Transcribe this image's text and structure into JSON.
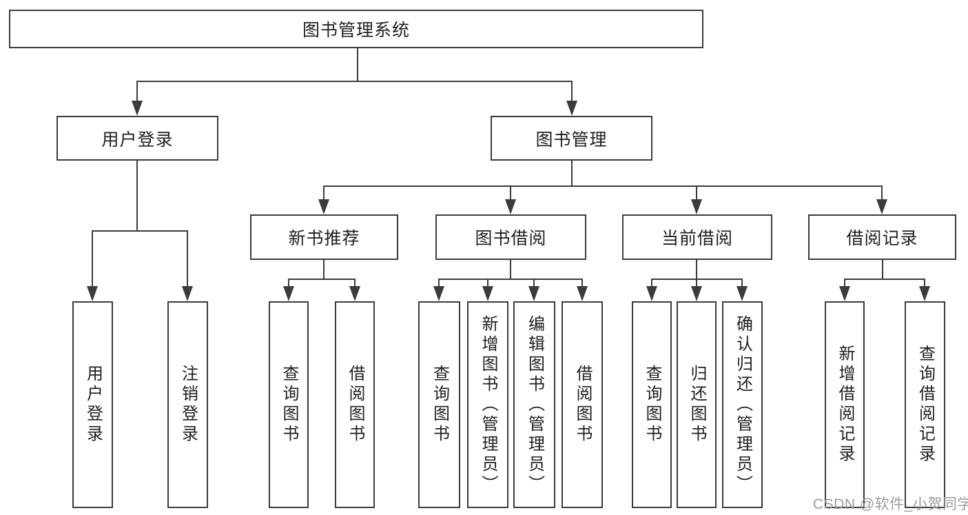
{
  "tree": {
    "root": {
      "label": "图书管理系统",
      "children": [
        {
          "label": "用户登录",
          "children": [
            {
              "label": "用户登录"
            },
            {
              "label": "注销登录"
            }
          ]
        },
        {
          "label": "图书管理",
          "children": [
            {
              "label": "新书推荐",
              "children": [
                {
                  "label": "查询图书"
                },
                {
                  "label": "借阅图书"
                }
              ]
            },
            {
              "label": "图书借阅",
              "children": [
                {
                  "label": "查询图书"
                },
                {
                  "label": "新增图书（管理员）"
                },
                {
                  "label": "编辑图书（管理员）"
                },
                {
                  "label": "借阅图书"
                }
              ]
            },
            {
              "label": "当前借阅",
              "children": [
                {
                  "label": "查询图书"
                },
                {
                  "label": "归还图书"
                },
                {
                  "label": "确认归还（管理员）"
                }
              ]
            },
            {
              "label": "借阅记录",
              "children": [
                {
                  "label": "新增借阅记录"
                },
                {
                  "label": "查询借阅记录"
                }
              ]
            }
          ]
        }
      ]
    }
  },
  "watermark": {
    "text": "CSDN @软件_小贺同学",
    "color": "#9c9c9c"
  },
  "colors": {
    "line": "#3b3b3b",
    "border": "#3b3b3b",
    "text": "#1f1f1f",
    "background": "#ffffff"
  }
}
